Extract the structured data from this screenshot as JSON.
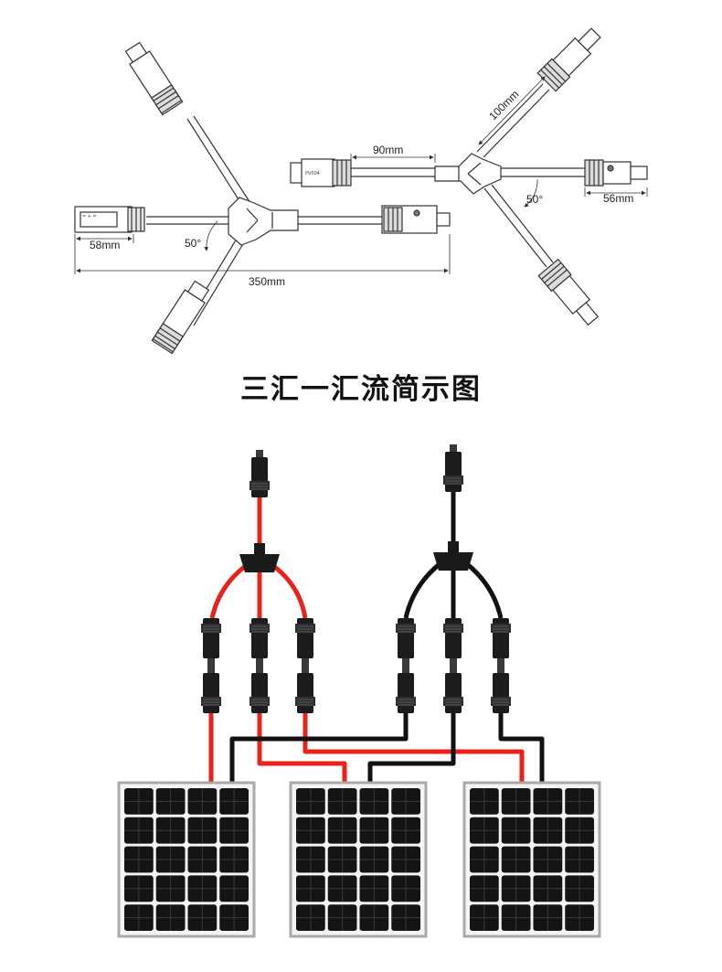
{
  "title": "三汇一汇流简示图",
  "left_branch": {
    "length_label": "350mm",
    "connector_label": "58mm",
    "angle_label": "50°"
  },
  "right_branch": {
    "input_label": "90mm",
    "branch_label": "100mm",
    "connector_label": "56mm",
    "angle_label": "50°",
    "marking": "PV004"
  },
  "colors": {
    "positive_cable": "#e8231b",
    "negative_cable": "#111111",
    "panel_cell": "#141414",
    "panel_frame": "#a9a9a9",
    "drawing_line": "#333333"
  },
  "panels": [
    {
      "name": "solar-panel-1",
      "rows": 5,
      "cols": 4
    },
    {
      "name": "solar-panel-2",
      "rows": 5,
      "cols": 4
    },
    {
      "name": "solar-panel-3",
      "rows": 5,
      "cols": 4
    }
  ]
}
